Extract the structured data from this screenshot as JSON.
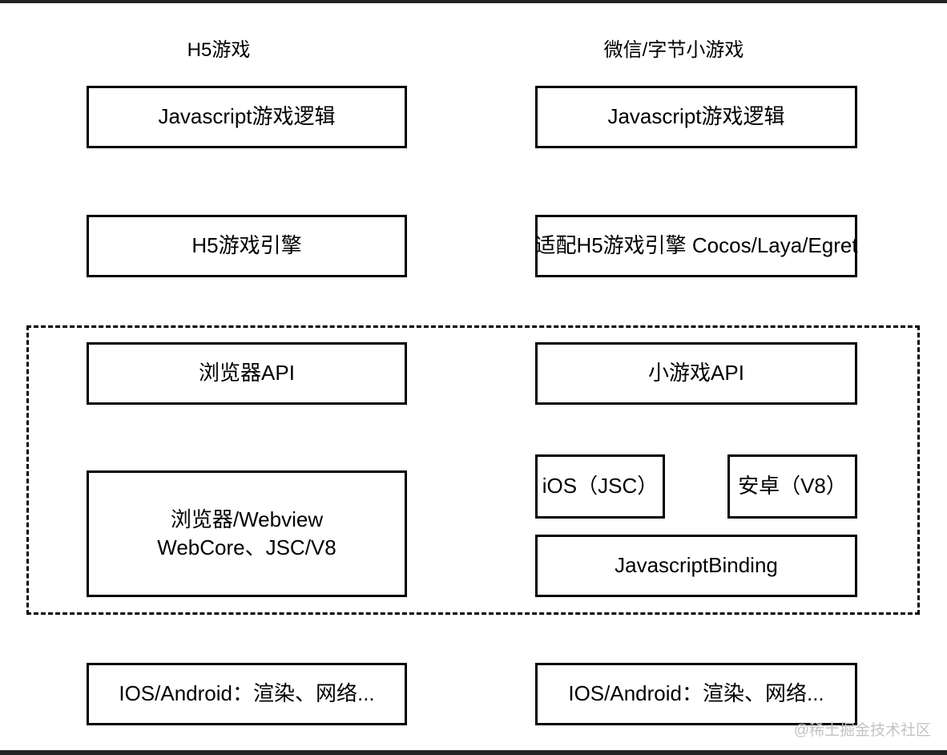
{
  "titles": {
    "left": "H5游戏",
    "right": "微信/字节小游戏"
  },
  "left_column": {
    "js_logic": "Javascript游戏逻辑",
    "engine": "H5游戏引擎",
    "browser_api": "浏览器API",
    "webview_line1": "浏览器/Webview",
    "webview_line2": "WebCore、JSC/V8",
    "native": "IOS/Android：渲染、网络..."
  },
  "right_column": {
    "js_logic": "Javascript游戏逻辑",
    "engine": "适配H5游戏引擎 Cocos/Laya/Egret",
    "minigame_api": "小游戏API",
    "ios_jsc": "iOS（JSC）",
    "android_v8": "安卓（V8）",
    "js_binding": "JavascriptBinding",
    "native": "IOS/Android：渲染、网络..."
  },
  "watermark": "@稀土掘金技术社区",
  "colors": {
    "background": "#ffffff",
    "box_border": "#000000",
    "text": "#000000",
    "edge_bar": "#232323",
    "watermark": "#c3c3c3"
  }
}
